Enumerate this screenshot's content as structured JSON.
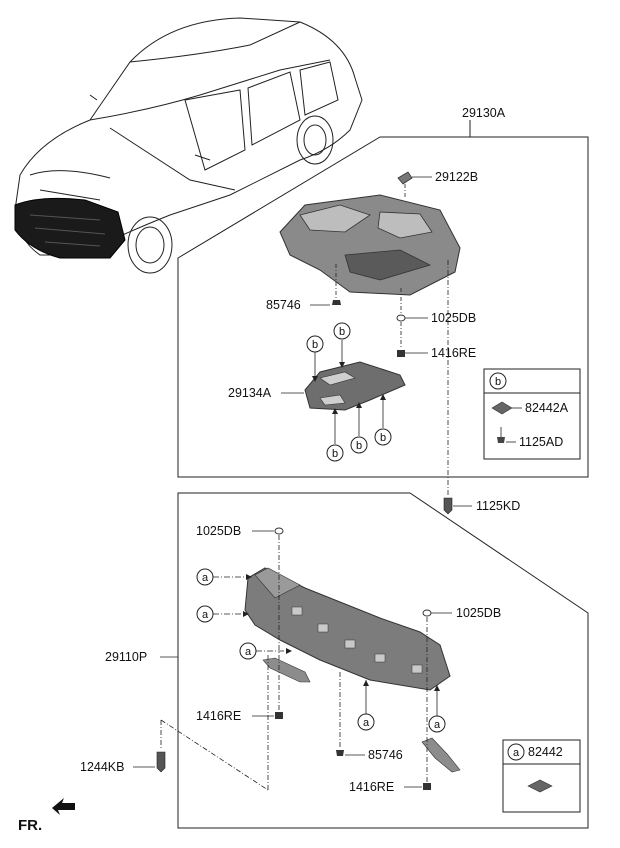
{
  "labels": {
    "p29130A": "29130A",
    "p29122B": "29122B",
    "p85746_top": "85746",
    "p1025DB_top": "1025DB",
    "p1416RE_top": "1416RE",
    "p29134A": "29134A",
    "p82442A": "82442A",
    "p1125AD": "1125AD",
    "p1125KD": "1125KD",
    "p1025DB_left": "1025DB",
    "p1025DB_right": "1025DB",
    "p29110P": "29110P",
    "p1416RE_left": "1416RE",
    "p1244KB": "1244KB",
    "p85746_bottom": "85746",
    "p1416RE_bottom": "1416RE",
    "p82442": "82442",
    "fr": "FR."
  },
  "callouts": {
    "a": "a",
    "b": "b"
  }
}
